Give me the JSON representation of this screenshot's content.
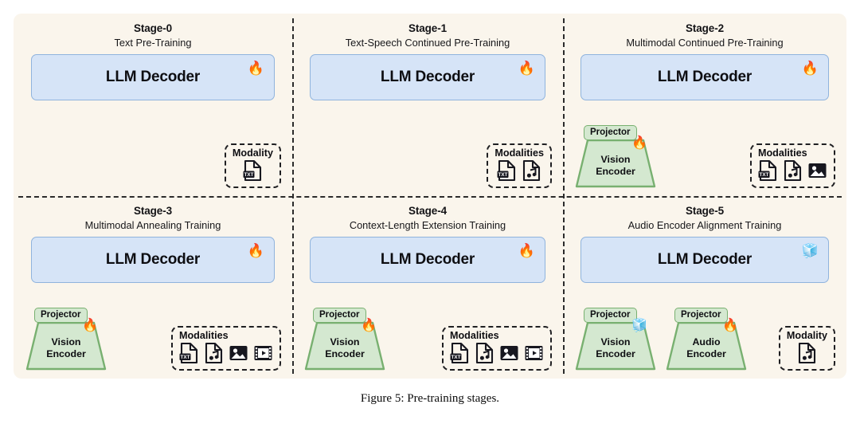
{
  "caption": "Figure 5: Pre-training stages.",
  "colors": {
    "frame_bg": "#faf5ec",
    "decoder_fill": "#d6e4f7",
    "decoder_border": "#8fb3dd",
    "encoder_fill": "#d4e8d0",
    "encoder_border": "#78b070",
    "dash_stroke": "#1f1f22",
    "icon_dark": "#17171f"
  },
  "legend": {
    "trainable_icon": "fire-icon",
    "trainable_glyph": "🔥",
    "frozen_icon": "ice-cube-icon",
    "frozen_glyph": "🧊"
  },
  "icon_names": {
    "text": "text-file-icon",
    "audio": "audio-file-icon",
    "image": "image-file-icon",
    "video": "video-file-icon"
  },
  "stages": [
    {
      "id": "stage-0",
      "title": "Stage-0",
      "subtitle": "Text Pre-Training",
      "decoder": {
        "label": "LLM Decoder",
        "state": "trainable",
        "glyph": "🔥"
      },
      "encoders": [],
      "modality": {
        "title": "Modality",
        "icons": [
          "text"
        ]
      }
    },
    {
      "id": "stage-1",
      "title": "Stage-1",
      "subtitle": "Text-Speech Continued Pre-Training",
      "decoder": {
        "label": "LLM Decoder",
        "state": "trainable",
        "glyph": "🔥"
      },
      "encoders": [],
      "modality": {
        "title": "Modalities",
        "icons": [
          "text",
          "audio"
        ]
      }
    },
    {
      "id": "stage-2",
      "title": "Stage-2",
      "subtitle": "Multimodal Continued Pre-Training",
      "decoder": {
        "label": "LLM Decoder",
        "state": "trainable",
        "glyph": "🔥"
      },
      "encoders": [
        {
          "projector": "Projector",
          "name_line1": "Vision",
          "name_line2": "Encoder",
          "state": "trainable",
          "glyph": "🔥"
        }
      ],
      "modality": {
        "title": "Modalities",
        "icons": [
          "text",
          "audio",
          "image"
        ]
      }
    },
    {
      "id": "stage-3",
      "title": "Stage-3",
      "subtitle": "Multimodal Annealing Training",
      "decoder": {
        "label": "LLM Decoder",
        "state": "trainable",
        "glyph": "🔥"
      },
      "encoders": [
        {
          "projector": "Projector",
          "name_line1": "Vision",
          "name_line2": "Encoder",
          "state": "trainable",
          "glyph": "🔥"
        }
      ],
      "modality": {
        "title": "Modalities",
        "icons": [
          "text",
          "audio",
          "image",
          "video"
        ]
      }
    },
    {
      "id": "stage-4",
      "title": "Stage-4",
      "subtitle": "Context-Length Extension Training",
      "decoder": {
        "label": "LLM Decoder",
        "state": "trainable",
        "glyph": "🔥"
      },
      "encoders": [
        {
          "projector": "Projector",
          "name_line1": "Vision",
          "name_line2": "Encoder",
          "state": "trainable",
          "glyph": "🔥"
        }
      ],
      "modality": {
        "title": "Modalities",
        "icons": [
          "text",
          "audio",
          "image",
          "video"
        ]
      }
    },
    {
      "id": "stage-5",
      "title": "Stage-5",
      "subtitle": "Audio Encoder Alignment Training",
      "decoder": {
        "label": "LLM Decoder",
        "state": "frozen",
        "glyph": "🧊"
      },
      "encoders": [
        {
          "projector": "Projector",
          "name_line1": "Vision",
          "name_line2": "Encoder",
          "state": "frozen",
          "glyph": "🧊"
        },
        {
          "projector": "Projector",
          "name_line1": "Audio",
          "name_line2": "Encoder",
          "state": "trainable",
          "glyph": "🔥"
        }
      ],
      "modality": {
        "title": "Modality",
        "icons": [
          "audio"
        ]
      }
    }
  ]
}
